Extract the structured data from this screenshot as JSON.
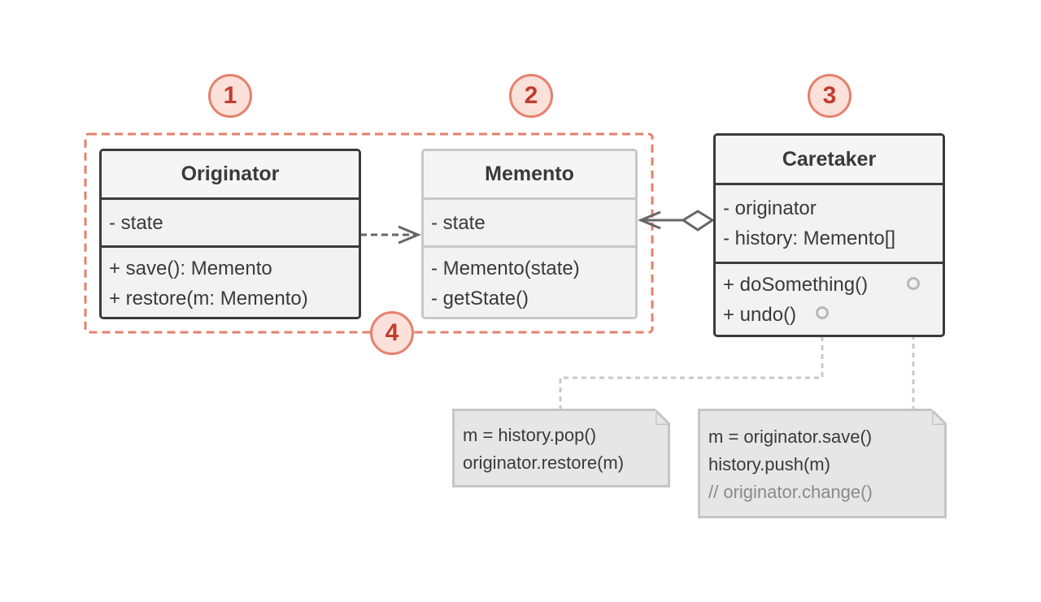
{
  "badges": [
    "1",
    "2",
    "3",
    "4"
  ],
  "originator": {
    "title": "Originator",
    "fields": [
      "- state"
    ],
    "methods": [
      "+ save(): Memento",
      "+ restore(m: Memento)"
    ]
  },
  "memento": {
    "title": "Memento",
    "fields": [
      "- state"
    ],
    "methods": [
      "- Memento(state)",
      "- getState()"
    ]
  },
  "caretaker": {
    "title": "Caretaker",
    "fields": [
      "- originator",
      "- history: Memento[]"
    ],
    "methods": [
      "+ doSomething()",
      "+ undo()"
    ]
  },
  "notes": {
    "undo": [
      "m = history.pop()",
      "originator.restore(m)"
    ],
    "do_something": [
      "m = originator.save()",
      "history.push(m)",
      "// originator.change()"
    ]
  },
  "colors": {
    "accent": "#e5806c",
    "badge_fill": "#fbe1da",
    "badge_text": "#c23b2e",
    "dark_border": "#3b3b3b",
    "light_border": "#c8c8c8",
    "note_fill": "#e6e6e6",
    "connector": "#c8c8c8"
  }
}
